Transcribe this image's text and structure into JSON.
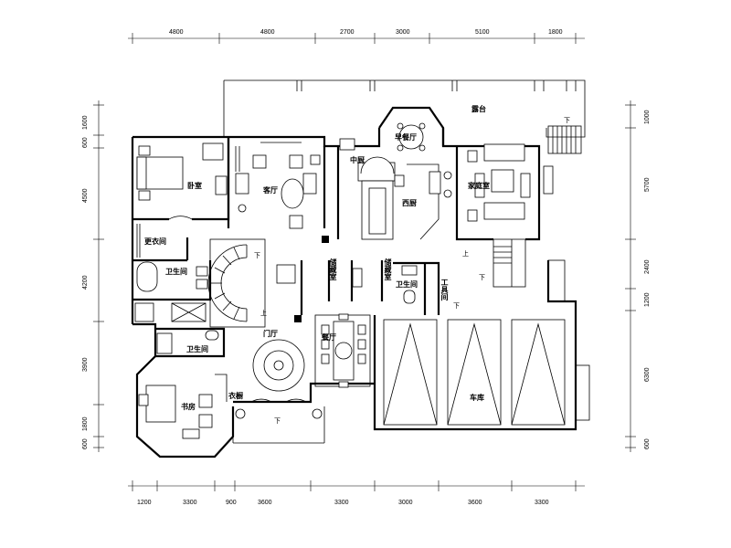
{
  "dimensions": {
    "top": [
      "4800",
      "4800",
      "2700",
      "3000",
      "5100",
      "1800"
    ],
    "bottom": [
      "1200",
      "3300",
      "900",
      "3600",
      "3300",
      "3000",
      "3600",
      "3300"
    ],
    "left": [
      "1600",
      "600",
      "4500",
      "4200",
      "3900",
      "1800",
      "600"
    ],
    "right": [
      "1000",
      "5700",
      "2400",
      "1200",
      "6300",
      "600"
    ]
  },
  "rooms": {
    "terrace": "露台",
    "breakfast": "早餐厅",
    "bedroom": "卧室",
    "living": "客厅",
    "chinese_kitchen": "中厨",
    "western_kitchen": "西厨",
    "family_room": "家庭室",
    "walk_in_closet": "更衣间",
    "bath_1": "卫生间",
    "storage_1": "储藏室",
    "storage_2": "储藏室",
    "bath_2": "卫生间",
    "tool_room": "工具间",
    "foyer": "门厅",
    "dining": "餐厅",
    "bath_3": "卫生间",
    "study": "书房",
    "coat_closet": "衣橱",
    "garage": "车库"
  },
  "notes": {
    "down_terrace": "下",
    "down_stair": "下",
    "up_stair": "上",
    "up_family": "上",
    "down_family": "下",
    "down_garage": "下",
    "down_entry": "下"
  }
}
